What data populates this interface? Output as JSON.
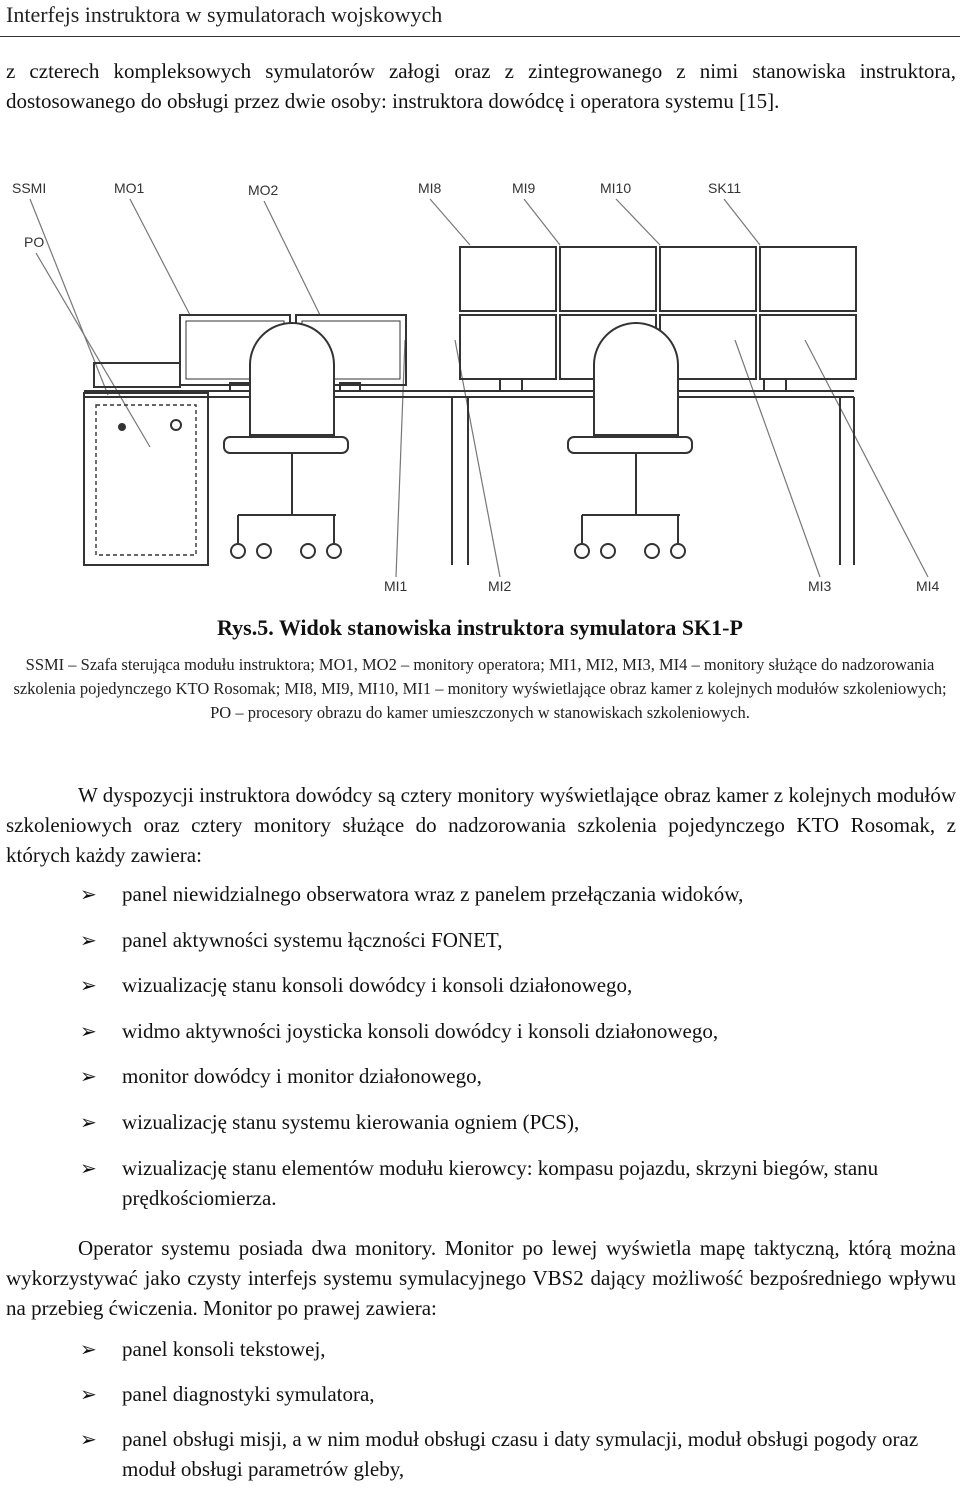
{
  "header": {
    "title": "Interfejs instruktora w symulatorach wojskowych"
  },
  "intro": "z czterech kompleksowych symulatorów załogi oraz z zintegrowanego z nimi stanowiska instruktora, dostosowanego do obsługi przez dwie osoby: instruktora dowódcę i operatora systemu [15].",
  "figure": {
    "labels": {
      "ssmi": "SSMI",
      "po": "PO",
      "mo1": "MO1",
      "mo2": "MO2",
      "mi8": "MI8",
      "mi9": "MI9",
      "mi10": "MI10",
      "mi11": "SK11",
      "mi1": "MI1",
      "mi2": "MI2",
      "mi3": "MI3",
      "mi4": "MI4"
    }
  },
  "caption": {
    "title": "Rys.5. Widok stanowiska instruktora symulatora SK1-P",
    "text": "SSMI – Szafa sterująca modułu instruktora; MO1, MO2 – monitory operatora; MI1, MI2, MI3, MI4 – monitory służące do nadzorowania szkolenia pojedynczego KTO Rosomak; MI8, MI9, MI10, MI1 – monitory wyświetlające obraz kamer z kolejnych modułów szkoleniowych; PO – procesory obrazu do kamer umieszczonych w stanowiskach szkoleniowych."
  },
  "para1": "W dyspozycji instruktora dowódcy są cztery monitory wyświetlające obraz kamer z kolejnych modułów szkoleniowych oraz cztery monitory służące do nadzorowania szkolenia pojedynczego KTO Rosomak, z których każdy zawiera:",
  "list1": [
    "panel niewidzialnego obserwatora wraz z panelem przełączania widoków,",
    "panel aktywności systemu łączności FONET,",
    "wizualizację stanu konsoli dowódcy i konsoli działonowego,",
    "widmo aktywności joysticka konsoli dowódcy i konsoli działonowego,",
    "monitor dowódcy i monitor działonowego,",
    "wizualizację stanu systemu kierowania ogniem (PCS),",
    "wizualizację stanu elementów modułu kierowcy: kompasu pojazdu, skrzyni biegów, stanu prędkościomierza."
  ],
  "para2": "Operator systemu posiada dwa monitory. Monitor po lewej wyświetla mapę taktyczną, którą można wykorzystywać jako czysty interfejs systemu symulacyjnego VBS2 dający możliwość bezpośredniego wpływu na przebieg ćwiczenia. Monitor po prawej zawiera:",
  "list2": [
    "panel konsoli tekstowej,",
    "panel diagnostyki symulatora,",
    "panel obsługi misji, a w nim moduł obsługi czasu i daty symulacji, moduł obsługi pogody oraz moduł obsługi parametrów gleby,"
  ],
  "bullet_glyph": "➢"
}
